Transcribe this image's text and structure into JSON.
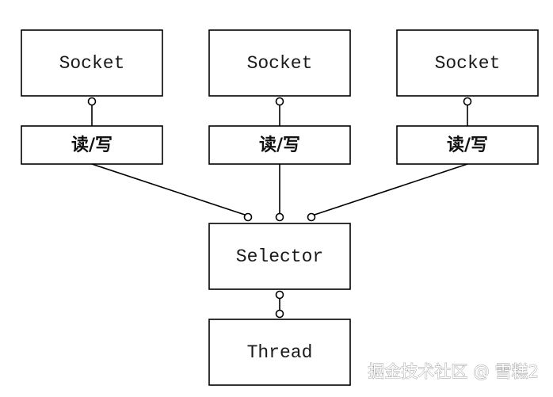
{
  "diagram": {
    "sockets": [
      {
        "label": "Socket",
        "io_label": "读/写"
      },
      {
        "label": "Socket",
        "io_label": "读/写"
      },
      {
        "label": "Socket",
        "io_label": "读/写"
      }
    ],
    "selector_label": "Selector",
    "thread_label": "Thread"
  },
  "watermark": {
    "text": "掘金技术社区 @ 雪糕2"
  }
}
